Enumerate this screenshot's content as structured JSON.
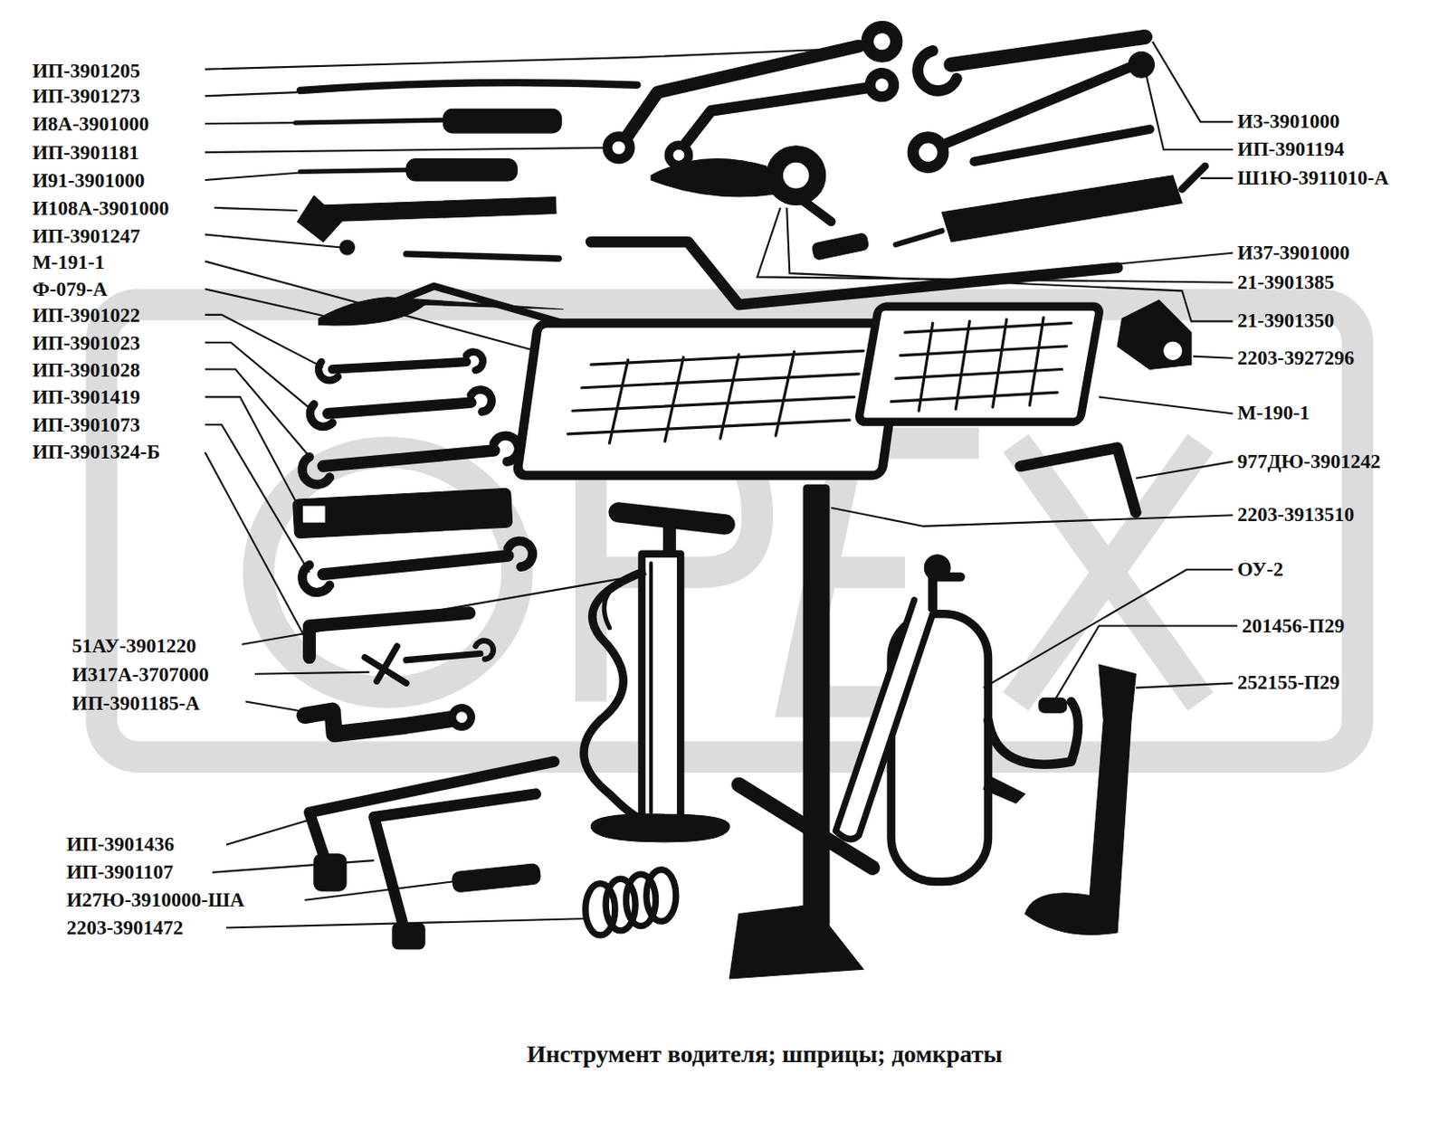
{
  "diagram": {
    "caption": "Инструмент водителя; шприцы; домкраты",
    "labels": [
      "ИП-3901205",
      "ИП-3901273",
      "И8А-3901000",
      "ИП-3901181",
      "И91-3901000",
      "И108А-3901000",
      "ИП-3901247",
      "М-191-1",
      "Ф-079-А",
      "ИП-3901022",
      "ИП-3901023",
      "ИП-3901028",
      "ИП-3901419",
      "ИП-3901073",
      "ИП-3901324-Б",
      "51АУ-3901220",
      "И317А-3707000",
      "ИП-3901185-А",
      "ИП-3901436",
      "ИП-3901107",
      "И27Ю-3910000-ША",
      "2203-3901472",
      "И3-3901000",
      "ИП-3901194",
      "Ш1Ю-3911010-А",
      "И37-3901000",
      "21-3901385",
      "21-3901350",
      "2203-3927296",
      "М-190-1",
      "977ДЮ-3901242",
      "2203-3913510",
      "ОУ-2",
      "201456-П29",
      "252155-П29"
    ]
  }
}
